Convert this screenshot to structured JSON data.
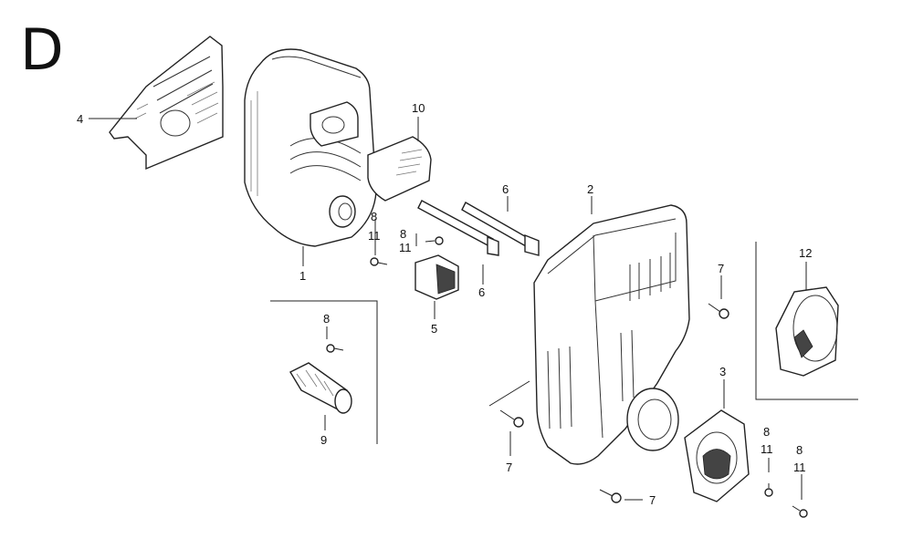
{
  "diagram": {
    "section_letter": "D",
    "callouts": [
      {
        "id": "c4",
        "label": "4"
      },
      {
        "id": "c1",
        "label": "1"
      },
      {
        "id": "c10",
        "label": "10"
      },
      {
        "id": "c8a",
        "label": "8"
      },
      {
        "id": "c11a",
        "label": "11"
      },
      {
        "id": "c8b",
        "label": "8"
      },
      {
        "id": "c11b",
        "label": "11"
      },
      {
        "id": "c5",
        "label": "5"
      },
      {
        "id": "c6a",
        "label": "6"
      },
      {
        "id": "c6b",
        "label": "6"
      },
      {
        "id": "c2",
        "label": "2"
      },
      {
        "id": "c7a",
        "label": "7"
      },
      {
        "id": "c12",
        "label": "12"
      },
      {
        "id": "c8c",
        "label": "8"
      },
      {
        "id": "c9",
        "label": "9"
      },
      {
        "id": "c3",
        "label": "3"
      },
      {
        "id": "c7b",
        "label": "7"
      },
      {
        "id": "c8d",
        "label": "8"
      },
      {
        "id": "c11d",
        "label": "11"
      },
      {
        "id": "c8e",
        "label": "8"
      },
      {
        "id": "c11e",
        "label": "11"
      },
      {
        "id": "c7c",
        "label": "7"
      }
    ]
  }
}
